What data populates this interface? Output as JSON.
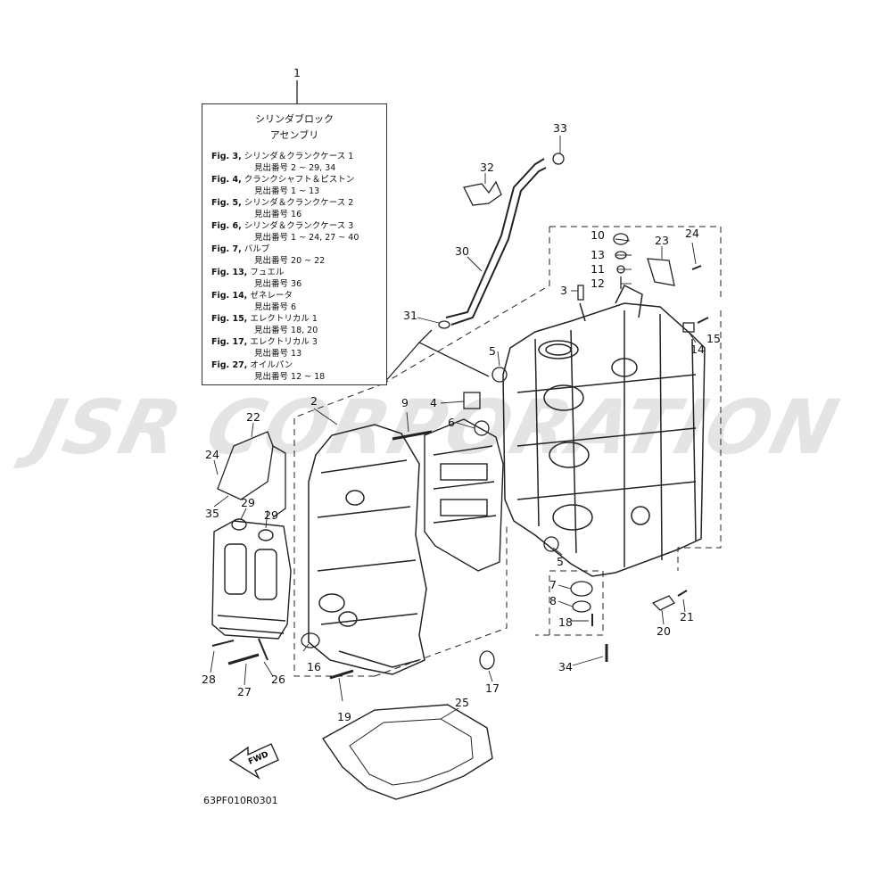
{
  "callouts": {
    "n1": "1",
    "n2": "2",
    "n3": "3",
    "n4": "4",
    "n5a": "5",
    "n5b": "5",
    "n6": "6",
    "n7": "7",
    "n8": "8",
    "n9": "9",
    "n10": "10",
    "n11": "11",
    "n12": "12",
    "n13": "13",
    "n14": "14",
    "n15": "15",
    "n16": "16",
    "n17": "17",
    "n18": "18",
    "n19": "19",
    "n20": "20",
    "n21": "21",
    "n22": "22",
    "n23": "23",
    "n24a": "24",
    "n24b": "24",
    "n25": "25",
    "n26": "26",
    "n27": "27",
    "n28": "28",
    "n29a": "29",
    "n29b": "29",
    "n30": "30",
    "n31": "31",
    "n32": "32",
    "n33": "33",
    "n34": "34",
    "n35": "35"
  },
  "legend": {
    "title_line1": "シリンダブロック",
    "title_line2": "アセンブリ",
    "refs": [
      {
        "fig": "Fig. 3,",
        "name": "シリンダ＆クランクケース 1",
        "sub": "見出番号 2 ~ 29, 34"
      },
      {
        "fig": "Fig. 4,",
        "name": "クランクシャフト＆ピストン",
        "sub": "見出番号 1 ~ 13"
      },
      {
        "fig": "Fig. 5,",
        "name": "シリンダ＆クランクケース 2",
        "sub": "見出番号 16"
      },
      {
        "fig": "Fig. 6,",
        "name": "シリンダ＆クランクケース 3",
        "sub": "見出番号 1 ~ 24, 27 ~ 40"
      },
      {
        "fig": "Fig. 7,",
        "name": "バルブ",
        "sub": "見出番号 20 ~ 22"
      },
      {
        "fig": "Fig. 13,",
        "name": "フュエル",
        "sub": "見出番号 36"
      },
      {
        "fig": "Fig. 14,",
        "name": "ゼネレータ",
        "sub": "見出番号 6"
      },
      {
        "fig": "Fig. 15,",
        "name": "エレクトリカル 1",
        "sub": "見出番号 18, 20"
      },
      {
        "fig": "Fig. 17,",
        "name": "エレクトリカル 3",
        "sub": "見出番号 13"
      },
      {
        "fig": "Fig. 27,",
        "name": "オイルパン",
        "sub": "見出番号 12 ~ 18"
      }
    ]
  },
  "fwd_label": "FWD",
  "diagram_code": "63PF010R0301",
  "watermark": "JSR CORPORATION"
}
